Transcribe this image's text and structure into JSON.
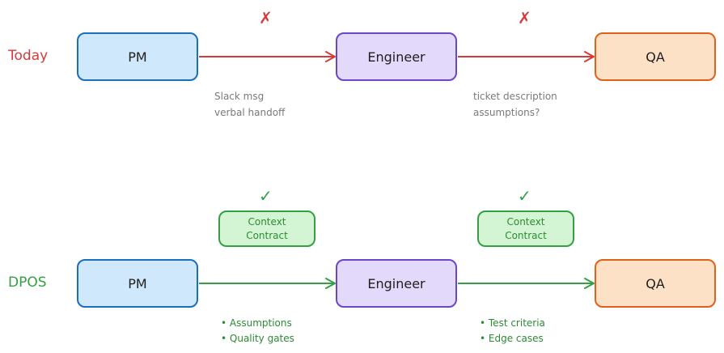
{
  "colors": {
    "bad": "#d63b3b",
    "good": "#34a043",
    "note": "#7a7a7a"
  },
  "today": {
    "label": "Today",
    "pm": "PM",
    "engineer": "Engineer",
    "qa": "QA",
    "fail_mark_1": "✗",
    "fail_mark_2": "✗",
    "pm_to_eng_notes": [
      "Slack msg",
      "verbal handoff"
    ],
    "eng_to_qa_notes": [
      "ticket description",
      "assumptions?"
    ]
  },
  "dpos": {
    "label": "DPOS",
    "pm": "PM",
    "engineer": "Engineer",
    "qa": "QA",
    "check_mark_1": "✓",
    "check_mark_2": "✓",
    "contract_1": [
      "Context",
      "Contract"
    ],
    "contract_2": [
      "Context",
      "Contract"
    ],
    "pm_to_eng_items": [
      "• Assumptions",
      "• Quality gates"
    ],
    "eng_to_qa_items": [
      "• Test criteria",
      "• Edge cases"
    ]
  }
}
